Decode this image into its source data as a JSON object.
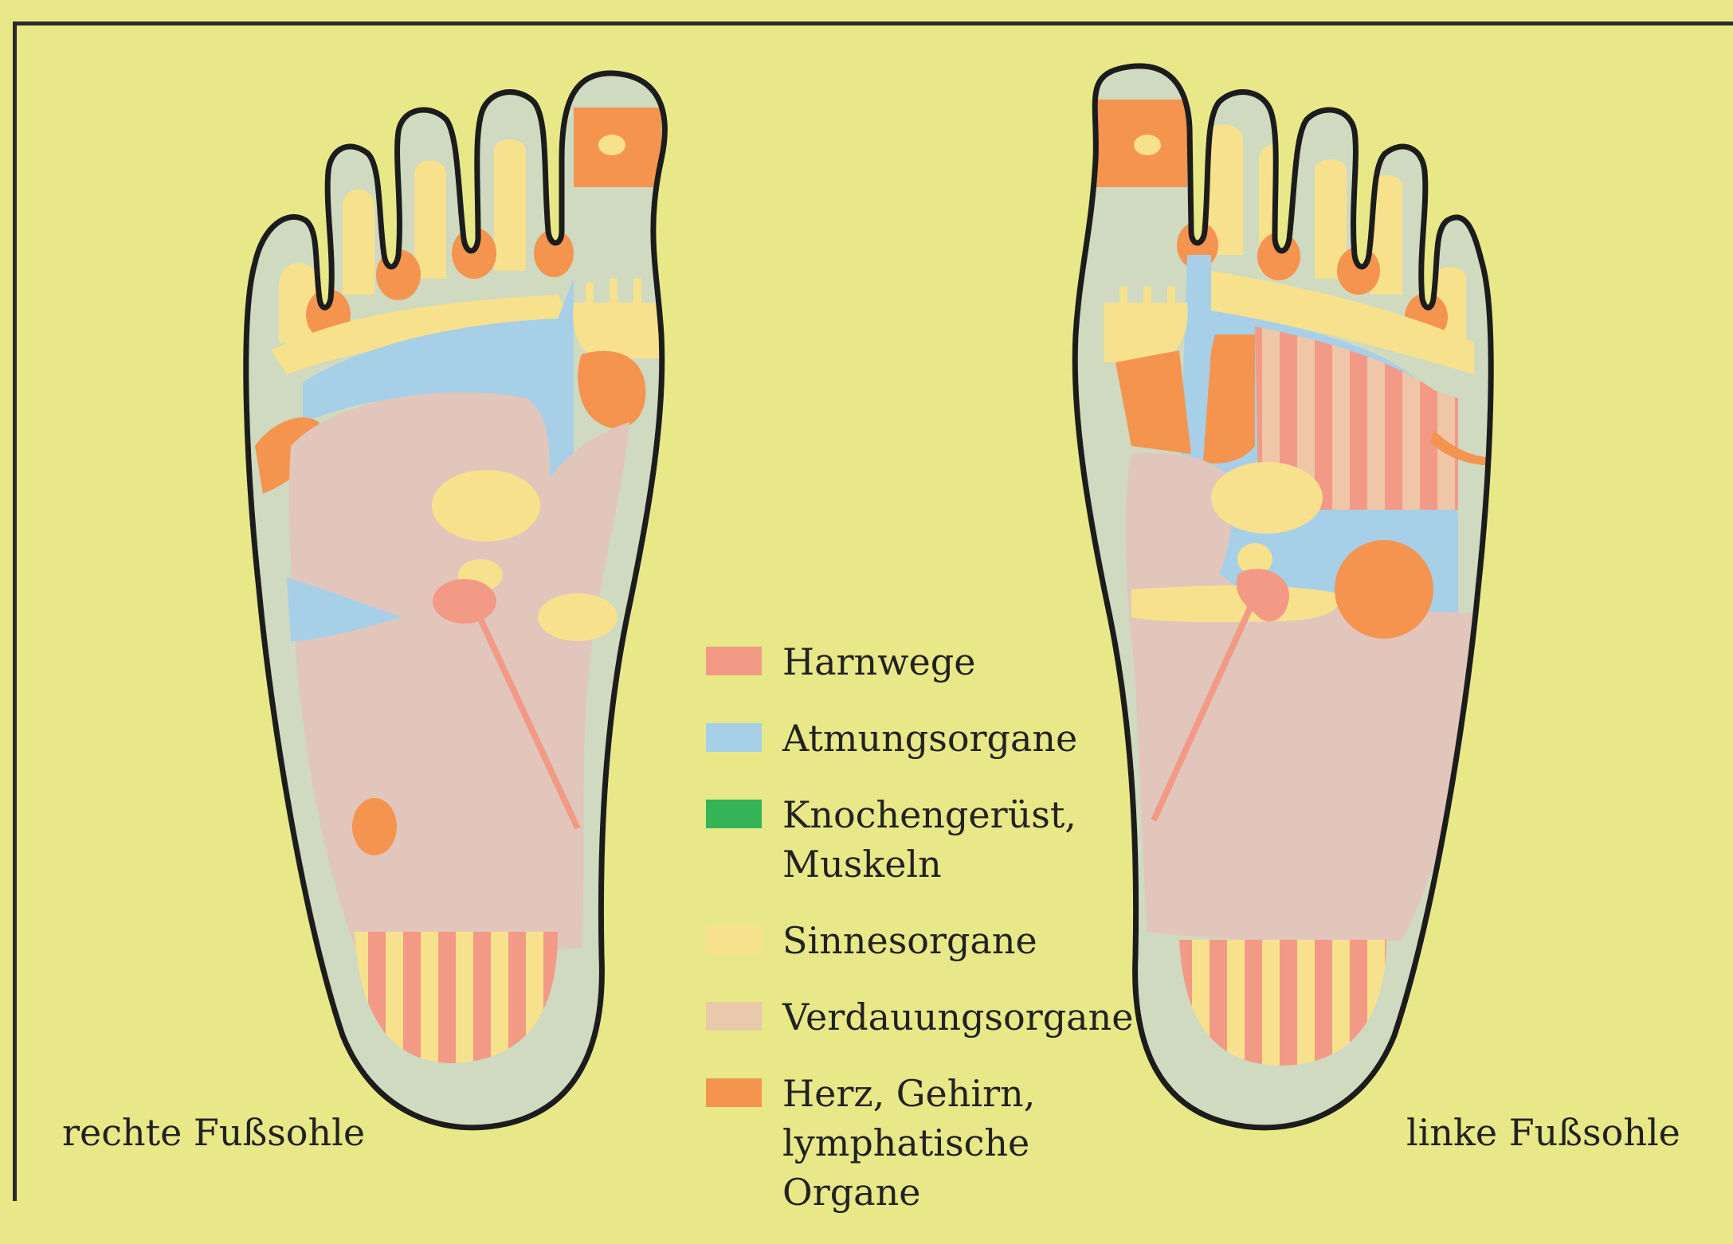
{
  "colors": {
    "background": "#e8e888",
    "harnwege": "#f29a86",
    "atmungsorgane": "#a7cfe8",
    "knochengeruest": "#35b457",
    "sinnesorgane": "#f8e18c",
    "verdauungsorgane": "#eac8ac",
    "herz": "#f4944f",
    "sole_base": "#cfdac0",
    "outline": "#1c1c1c"
  },
  "labels": {
    "right_foot": "rechte Fußsohle",
    "left_foot": "linke Fußsohle"
  },
  "legend": [
    {
      "key": "harnwege",
      "text": "Harnwege",
      "color": "#f29a86"
    },
    {
      "key": "atmungsorgane",
      "text": "Atmungsorgane",
      "color": "#a7cfe8"
    },
    {
      "key": "knochengeruest",
      "text": "Knochengerüst,\nMuskeln",
      "color": "#35b457"
    },
    {
      "key": "sinnesorgane",
      "text": "Sinnesorgane",
      "color": "#f8e18c"
    },
    {
      "key": "verdauungsorgane",
      "text": "Verdauungsorgane",
      "color": "#eac8ac"
    },
    {
      "key": "herz",
      "text": "Herz, Gehirn,\nlymphatische Organe",
      "color": "#f4944f"
    }
  ]
}
